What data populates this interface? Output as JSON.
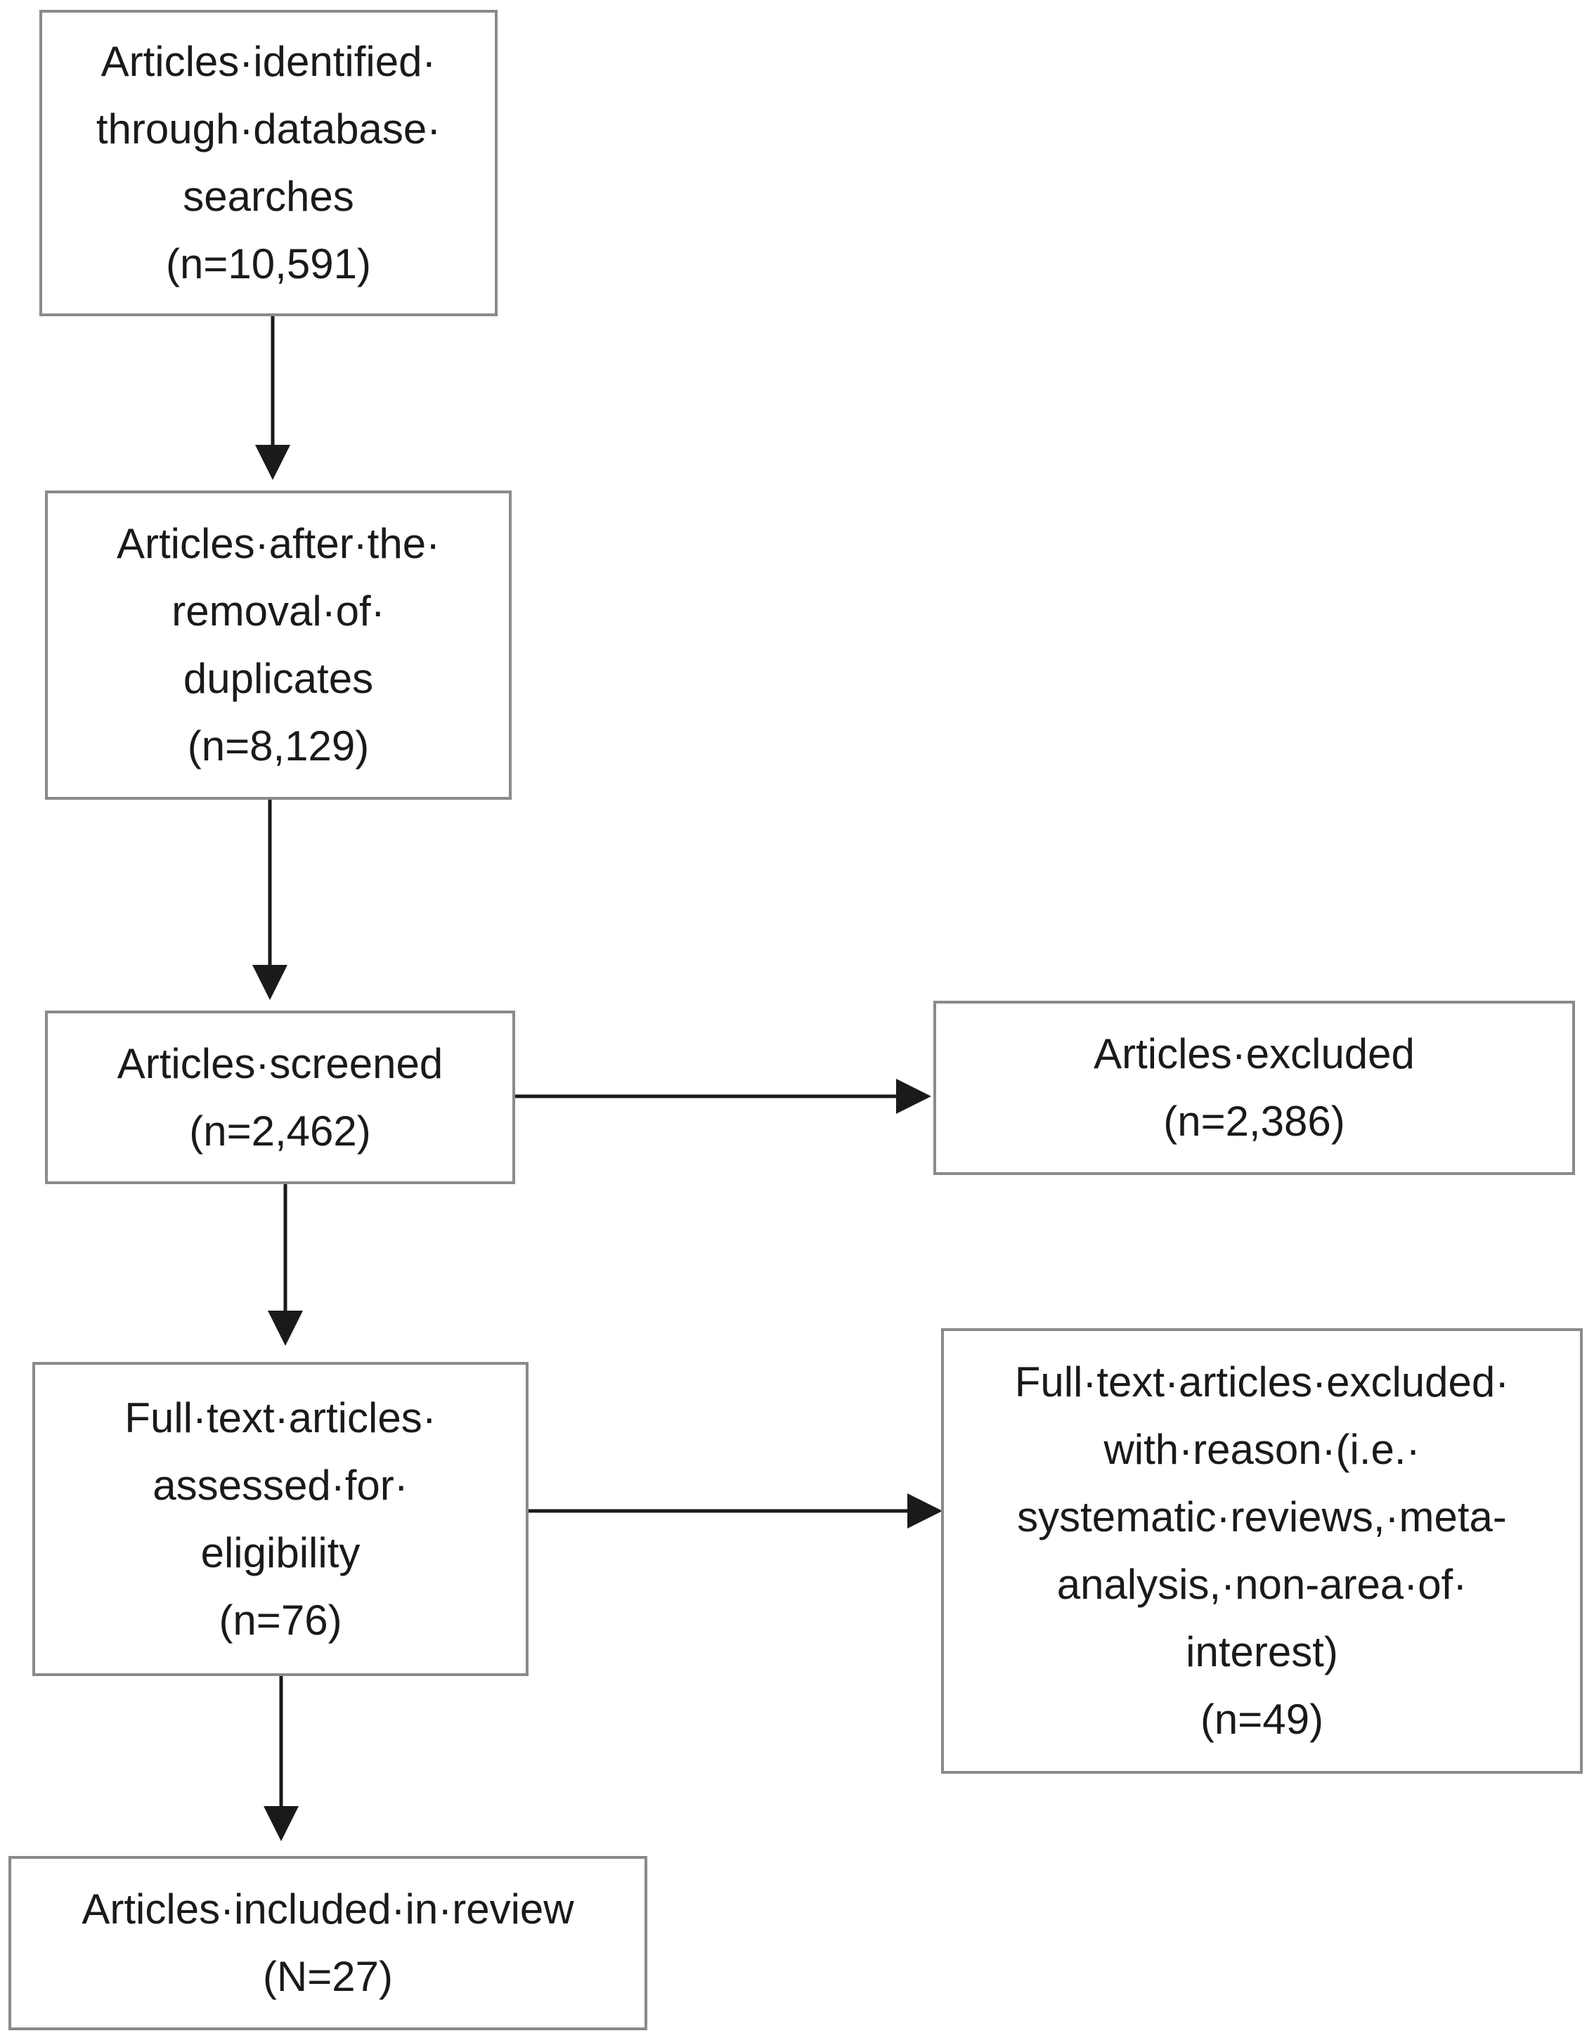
{
  "flowchart": {
    "identified": {
      "lines": [
        "Articles·identified·",
        "through·database·",
        "searches",
        "(n=10,591)"
      ]
    },
    "deduplicated": {
      "lines": [
        "Articles·after·the·",
        "removal·of·",
        "duplicates",
        "(n=8,129)"
      ]
    },
    "screened": {
      "lines": [
        "Articles·screened",
        "(n=2,462)"
      ]
    },
    "excluded": {
      "lines": [
        "Articles·excluded",
        "(n=2,386)"
      ]
    },
    "full_text": {
      "lines": [
        "Full·text·articles·",
        "assessed·for·",
        "eligibility",
        "(n=76)"
      ]
    },
    "full_text_excluded": {
      "lines": [
        "Full·text·articles·excluded·",
        "with·reason·(i.e.·",
        "systematic·reviews,·meta-",
        "analysis,·non-area·of·",
        "interest)",
        "(n=49)"
      ]
    },
    "included": {
      "lines": [
        "Articles·included·in·review",
        "(N=27)"
      ]
    }
  }
}
